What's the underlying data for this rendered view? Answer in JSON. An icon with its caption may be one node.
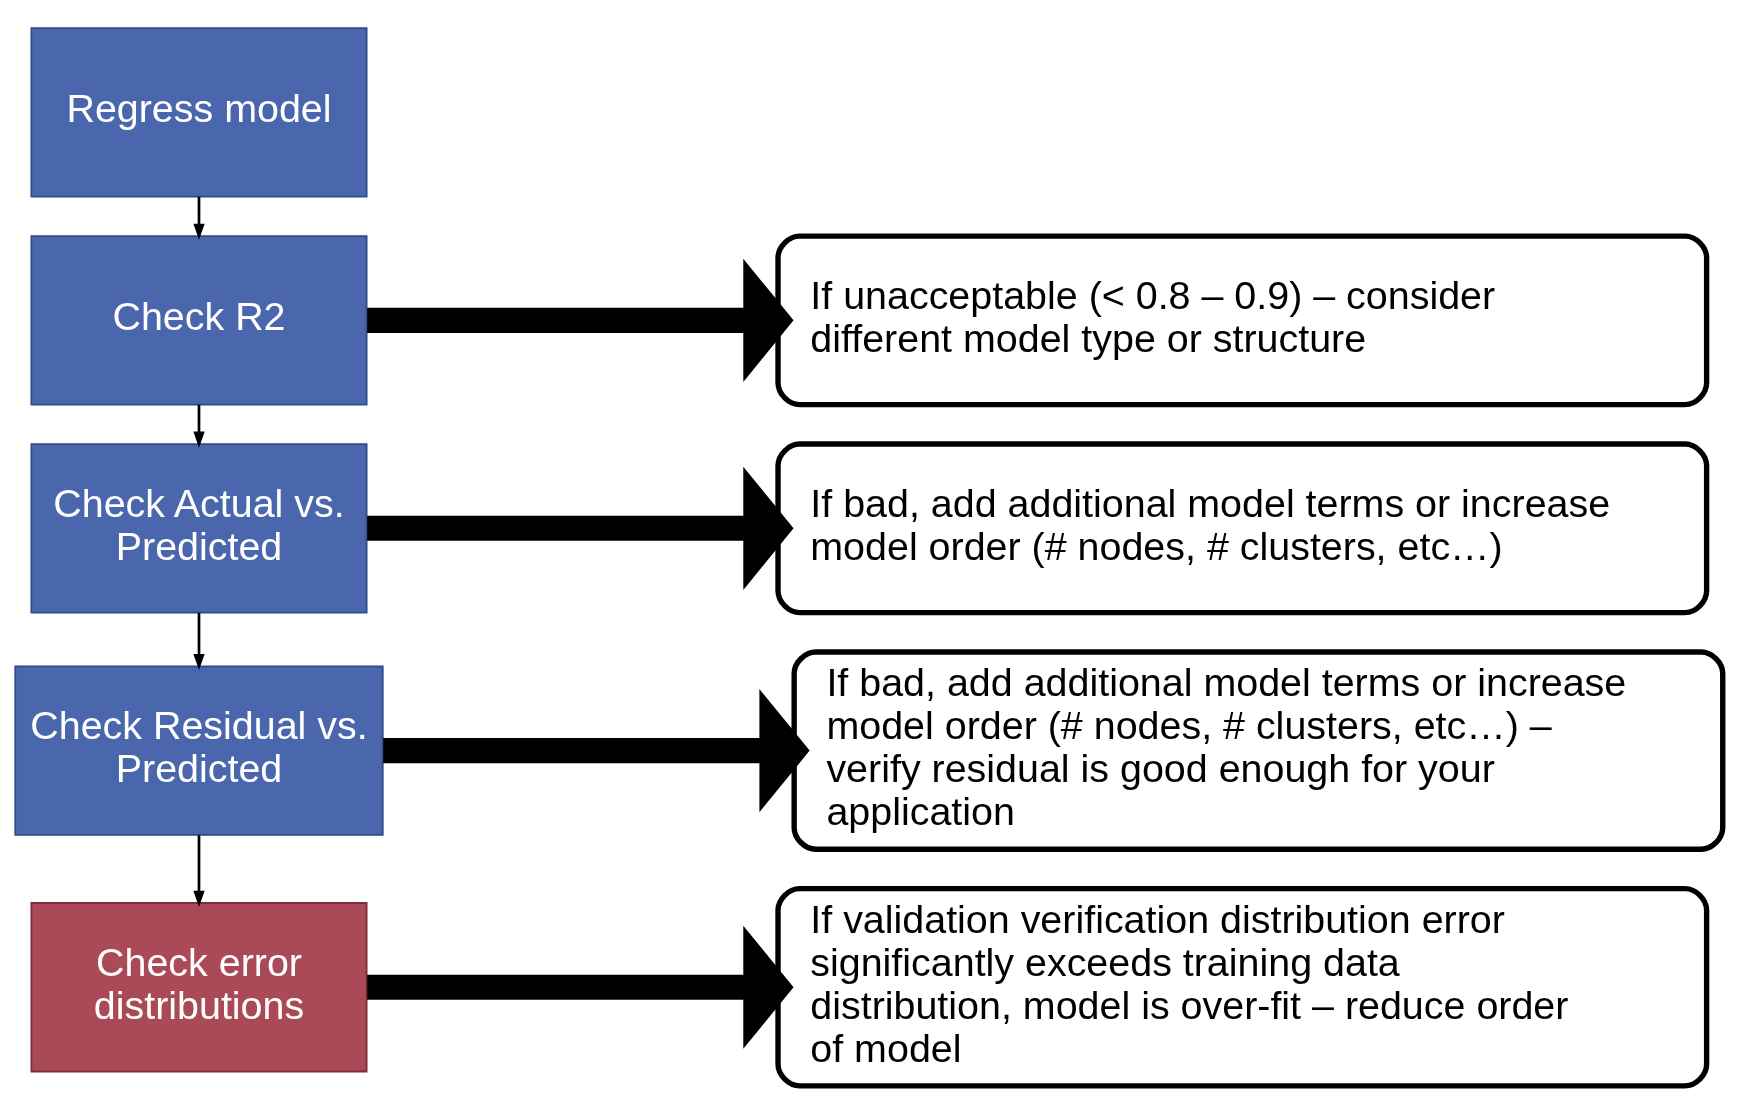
{
  "diagram": {
    "nodes": [
      {
        "text": [
          "Regress model"
        ]
      },
      {
        "text": [
          "Check R2"
        ]
      },
      {
        "text": [
          "Check Actual vs. Predicted"
        ]
      },
      {
        "text": [
          "Check Residual vs. Predicted"
        ]
      },
      {
        "text": [
          "Check error distributions"
        ]
      },
      {
        "text": [
          "If unacceptable (< 0.8 – 0.9) – consider different model type or structure"
        ]
      },
      {
        "text": [
          "If bad, add additional model terms or increase model order (# nodes, # clusters, etc…)"
        ]
      },
      {
        "text": [
          "If bad, add additional model terms or increase model order (# nodes, # clusters, etc…) – verify residual is good enough for your application"
        ]
      },
      {
        "text": [
          "If validation verification distribution error significantly exceeds training data distribution, model is over-fit – reduce order of model"
        ]
      }
    ],
    "edges": [
      {
        "from": 0,
        "to": 1,
        "arrow": "to"
      },
      {
        "from": 1,
        "to": 2,
        "arrow": "to"
      },
      {
        "from": 2,
        "to": 3,
        "arrow": "to"
      },
      {
        "from": 3,
        "to": 4,
        "arrow": "to"
      },
      {
        "from": 1,
        "to": 5,
        "arrow": "to",
        "style": "thick"
      },
      {
        "from": 2,
        "to": 6,
        "arrow": "to",
        "style": "thick"
      },
      {
        "from": 3,
        "to": 7,
        "arrow": "to",
        "style": "thick"
      },
      {
        "from": 4,
        "to": 8,
        "arrow": "to",
        "style": "thick"
      }
    ]
  }
}
